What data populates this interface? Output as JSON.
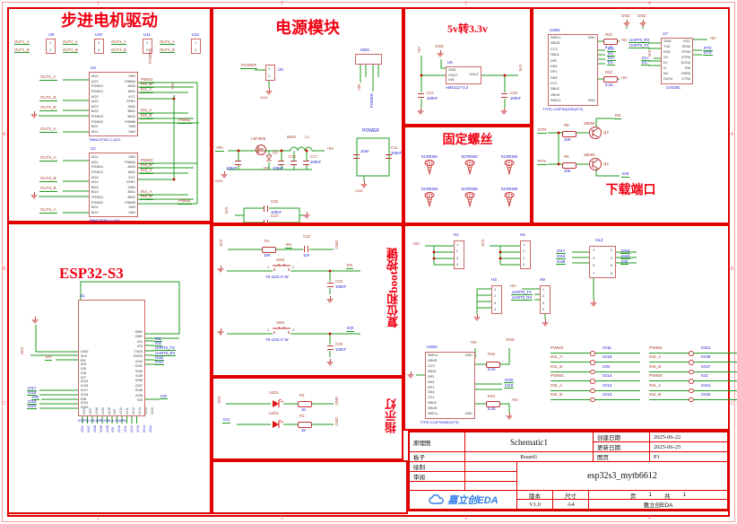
{
  "frame": {
    "cols": [
      "1",
      "2",
      "3",
      "4"
    ],
    "rows": [
      "A",
      "B",
      "C"
    ]
  },
  "stepper": {
    "title": "步进电机驱动",
    "power_label": "POWER",
    "v5": "+5V",
    "gnd": "GND",
    "connectors": [
      {
        "ref": "U9",
        "pins": [
          "1",
          "2"
        ],
        "nets": [
          "OUT1_A",
          "OUT1_B"
        ]
      },
      {
        "ref": "U10",
        "pins": [
          "1",
          "2"
        ],
        "nets": [
          "OUT2_A",
          "OUT2_B"
        ]
      },
      {
        "ref": "U11",
        "pins": [
          "1",
          "2"
        ],
        "nets": [
          "OUT3_A",
          "OUT3_B"
        ]
      },
      {
        "ref": "U12",
        "pins": [
          "1",
          "2"
        ],
        "nets": [
          "OUT4_A",
          "OUT4_B"
        ]
      }
    ],
    "drivers": [
      {
        "ref": "U3",
        "part": "TB6612FNG,C,8,EL",
        "left_pins": [
          "AO1",
          "AO1",
          "PGND1",
          "PGND1",
          "AO2",
          "AO2",
          "BO2",
          "BO2",
          "PGND2",
          "PGND2",
          "BO1",
          "BO1"
        ],
        "right_pins": [
          "VM1",
          "PWMA",
          "AIN2",
          "AIN1",
          "VCC",
          "STBY",
          "GND",
          "BIN1",
          "BIN2",
          "PWMB",
          "VM3",
          "VM2"
        ],
        "left_nets": [
          "OUT1_A",
          "OUT1_B",
          "OUT2_B",
          "OUT2_A"
        ],
        "right_nets": [
          "PWM1",
          "IN1_B",
          "IN1_A",
          "IN2_A",
          "IN2_B",
          "PWM2"
        ]
      },
      {
        "ref": "U2",
        "part": "TB6612FNG,C,8,EL",
        "left_pins": [
          "AO1",
          "AO1",
          "PGND1",
          "PGND1",
          "AO2",
          "AO2",
          "BO2",
          "BO2",
          "PGND2",
          "PGND2",
          "BO1",
          "BO1"
        ],
        "right_pins": [
          "VM1",
          "PWMA",
          "AIN2",
          "AIN1",
          "VCC",
          "STBY",
          "GND",
          "BIN1",
          "BIN2",
          "PWMB",
          "VM3",
          "VM2"
        ],
        "left_nets": [
          "OUT3_A",
          "OUT3_B",
          "OUT4_B",
          "OUT4_A"
        ],
        "right_nets": [
          "PWM3",
          "IN3_B",
          "IN3_A",
          "IN4_A",
          "IN4_B",
          "PWM4"
        ]
      }
    ]
  },
  "esp32": {
    "title": "ESP32-S3",
    "ref": "U1",
    "part": "ESP32-S3-WROOM-1-N16R8",
    "gnd": "GND",
    "left_pins": [
      "GND",
      "3V3",
      "EN",
      "IO4",
      "IO5",
      "IO6",
      "IO7",
      "IO15",
      "IO16",
      "IO17",
      "IO18",
      "IO8",
      "IO19",
      "IO20"
    ],
    "right_pins": [
      "GND",
      "GND",
      "IO1",
      "IO2",
      "TXD0",
      "RXD0",
      "IO42",
      "IO41",
      "IO40",
      "IO39",
      "IO38",
      "IO37",
      "IO36",
      "IO35",
      "IO0"
    ],
    "rail": "3V3",
    "en": "EN",
    "left_nets": [
      "IO17",
      "IO18",
      "IO8",
      "IO19",
      "IO20"
    ],
    "right_nets": [
      "IO1",
      "IO2",
      "UART0_TX",
      "UART0_RX",
      "IO42",
      "IO41"
    ],
    "boot_net": "IO0",
    "bottom_pins": [
      "IO21",
      "IO47",
      "IO48",
      "IO45",
      "IO46",
      "IO9",
      "IO10",
      "IO11",
      "IO12",
      "IO13",
      "IO14",
      "IO44"
    ]
  },
  "power": {
    "title": "电源模块",
    "gnd": "GND",
    "conn": {
      "ref": "U8",
      "net": "POWER",
      "pins": [
        "1",
        "2"
      ]
    },
    "sw": {
      "ref": "SW2",
      "vin": "VIN",
      "power": "POWER"
    },
    "reg": {
      "vin": "VIN",
      "chip": "LM7805",
      "q": "Q1",
      "d": "D2",
      "cap_in": "100uF",
      "cap_mid": "100uF",
      "c20": "C20",
      "c17": "C17",
      "c17v": "100nF",
      "l_val": "68uH",
      "l": "L1",
      "v5": "+5V"
    },
    "filter": {
      "label": "POWER",
      "c_left": "10uF",
      "c11": "C11",
      "c11v": "100nF"
    },
    "decouple": {
      "rail": "3V3",
      "c25": "C25",
      "c25v": "100nF",
      "c24": "C24",
      "c24v": "10uF"
    }
  },
  "reset_boot": {
    "title": "复位和boot按键",
    "gnd": "GND",
    "pullup": {
      "rail": "3V3",
      "r_ref": "R1",
      "r_val": "10K",
      "net": "EN",
      "c_ref": "C22",
      "c_val": "1uF"
    },
    "buttons": [
      {
        "ref": "SW3",
        "part": "TS-1101-C-W",
        "p1": "1",
        "p2": "2",
        "net": "EN",
        "c_ref": "C23",
        "c_val": "100nF"
      },
      {
        "ref": "SW4",
        "part": "TS-1101-C-W",
        "p1": "1",
        "p2": "2",
        "net": "IO0",
        "c_ref": "C28",
        "c_val": "100nF"
      }
    ]
  },
  "leds": {
    "title": "指示灯",
    "gnd": "GND",
    "rows": [
      {
        "ref": "LED1",
        "src": "3V3",
        "r_ref": "R2",
        "r_val": "1K"
      },
      {
        "ref": "LED2",
        "src": "IO1",
        "r_ref": "R3",
        "r_val": "1K"
      }
    ]
  },
  "ldo": {
    "title": "5v转3.3v",
    "ref": "U6",
    "part": "AMS1117-3.3",
    "left_pins": [
      "GND",
      "VOUT",
      "VIN"
    ],
    "right_pin": "VOUT",
    "v5": "+5V",
    "v33": "3V3",
    "gnd": "GND",
    "c27": "C27",
    "c27v": "100nF",
    "c26": "C26",
    "c26v": "100nF"
  },
  "screws": {
    "title": "固定螺丝",
    "row1": [
      "SCREW1",
      "SCREW2",
      "SCREW3"
    ],
    "row2": [
      "SCREW4",
      "SCREW5",
      "SCREW6"
    ]
  },
  "download": {
    "title": "下载端口",
    "gnd": "GND",
    "usb": {
      "ref": "USB1",
      "part": "TYPE-C16PIN(2MD(073)",
      "left_pins": [
        "SHELL",
        "VBUS",
        "CC2",
        "SBU1",
        "DP2",
        "DN1",
        "DP1",
        "DN2",
        "CC1",
        "SBU2",
        "VBUS",
        "SHELL"
      ],
      "gnd_top": "GND",
      "gnd_bot": "GND",
      "nets": [
        "D1+",
        "D1-",
        "D1+",
        "D1-"
      ],
      "r_top_ref": "R23",
      "r_top_val": "5.1K",
      "r_bot_ref": "R22",
      "r_bot_val": "5.1K",
      "v5": "+5V"
    },
    "uart": {
      "ref": "U7",
      "part": "CH340C",
      "left_pins": [
        "GND",
        "TXD",
        "RXD",
        "V3",
        "D+",
        "D-",
        "NC",
        "OUT#"
      ],
      "right_pins": [
        "VCC",
        "R232",
        "RTS#",
        "DTR#",
        "DCD#",
        "RI#",
        "DSR#",
        "CTS#"
      ],
      "net_rx": "UART0_RX",
      "net_tx": "UART0_TX",
      "rail": "3V3",
      "dp": "D1+",
      "dn": "D1-",
      "rts": "RTS",
      "dtr": "DTR",
      "v5": "+5V"
    },
    "autoboot": [
      {
        "in": "DTR",
        "r_ref": "R5",
        "r_val": "10K",
        "q_part": "S8050",
        "q_ref": "Q3",
        "out": "EN"
      },
      {
        "in": "RTS",
        "r_ref": "R6",
        "r_val": "10K",
        "q_part": "S8050",
        "q_ref": "Q2",
        "out": "IO0"
      }
    ]
  },
  "expansion": {
    "h1": {
      "ref": "H1",
      "pins": [
        "1",
        "2",
        "3",
        "4"
      ],
      "rail": "+5V"
    },
    "h2": {
      "ref": "H2",
      "pins": [
        "1",
        "2",
        "3",
        "4"
      ],
      "rail": "3V3"
    },
    "h13": {
      "ref": "H13",
      "pins_l": [
        "1",
        "3",
        "5",
        "7"
      ],
      "pins_r": [
        "2",
        "4",
        "6",
        "8"
      ],
      "left_nets": [
        "IO17",
        "IO19",
        "IO48"
      ],
      "right_nets": [
        "IO18",
        "IO20",
        "IO8"
      ],
      "gnd": "GND"
    },
    "h3": {
      "ref": "H3",
      "pins": [
        "1",
        "2",
        "3",
        "4"
      ],
      "gnd": "GND"
    },
    "h9": {
      "ref": "H9",
      "pins": [
        "1",
        "2",
        "3",
        "4"
      ],
      "rail": "+5V",
      "net_tx": "UART0_TX",
      "net_rx": "UART0_RX",
      "gnd": "GND"
    },
    "usb4": {
      "ref": "USB4",
      "part": "TYPE-C16PIN2MD(073)",
      "left_pins": [
        "SHELL",
        "VBUS",
        "CC2",
        "SBU1",
        "DP2",
        "DN1",
        "DP1",
        "DN2",
        "CC1",
        "SBU2",
        "VBUS",
        "SHELL"
      ],
      "gnd_top": "GND",
      "gnd_bot": "GND",
      "r_top_ref": "R25",
      "r_top_val": "5.1K",
      "r_bot_ref": "R24",
      "r_bot_val": "5.1K",
      "dp_net": "IO20",
      "dn_net": "IO19",
      "v5": "+5V",
      "gnd": "GND"
    }
  },
  "net_ties": {
    "left": [
      {
        "a": "PWM1",
        "b": "IO11"
      },
      {
        "a": "IN1_A",
        "b": "IO10"
      },
      {
        "a": "IN1_B",
        "b": "IO9"
      },
      {
        "a": "PWM2",
        "b": "IO14"
      },
      {
        "a": "IN2_A",
        "b": "IO12"
      },
      {
        "a": "IN2_B",
        "b": "IO13"
      }
    ],
    "right": [
      {
        "a": "PWM3",
        "b": "IO21"
      },
      {
        "a": "IN3_A",
        "b": "IO48"
      },
      {
        "a": "IN3_B",
        "b": "IO47"
      },
      {
        "a": "PWM4",
        "b": "IO2"
      },
      {
        "a": "IN4_A",
        "b": "IO41"
      },
      {
        "a": "IN4_B",
        "b": "IO42"
      }
    ]
  },
  "title_block": {
    "schematic_label": "原理图",
    "schematic": "Schematic1",
    "created_label": "创建日期",
    "created": "2025-06-22",
    "updated_label": "更新日期",
    "updated": "2025-06-25",
    "board_label": "板子",
    "board": "Board1",
    "sheet_label": "图页",
    "sheet": "P1",
    "drawn_label": "绘制",
    "reviewed_label": "审阅",
    "project": "esp32s3_mytb6612",
    "version_label": "版本",
    "version": "V1.0",
    "size_label": "尺寸",
    "size": "A4",
    "page_label": "页",
    "page": "1",
    "of_label": "共",
    "of": "1",
    "logo": "嘉立创EDA",
    "vendor": "嘉立创EDA"
  }
}
